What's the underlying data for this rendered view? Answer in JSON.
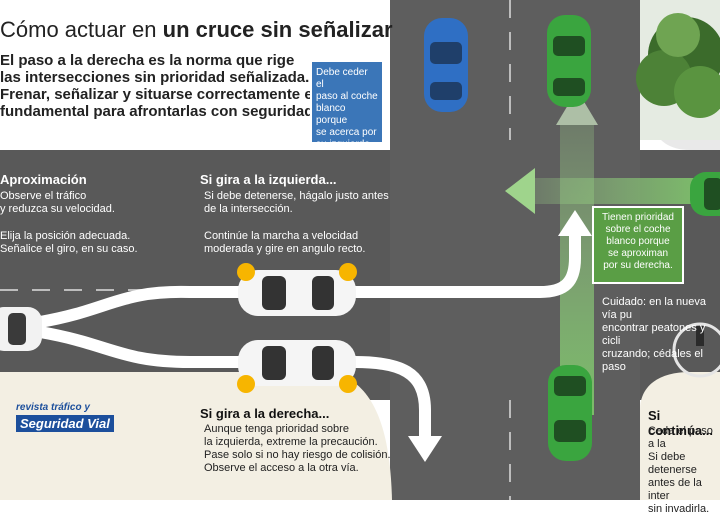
{
  "title": {
    "prefix": "Cómo actuar en",
    "emphasis": "un cruce sin señalizar"
  },
  "intro": "El paso a la derecha es la norma que rige\nlas intersecciones sin prioridad señalizada.\nFrenar, señalizar y situarse correctamente es\nfundamental para afrontarlas con seguridad.",
  "approach": {
    "heading": "Aproximación",
    "line1": "Observe el tráfico\ny reduzca su velocidad.",
    "line2": "Elija la posición adecuada.\nSeñalice el giro, en su caso."
  },
  "left_turn": {
    "heading": "Si gira a la izquierda...",
    "line1": "Si debe detenerse, hágalo justo antes\nde la intersección.",
    "line2": "Continúe la marcha a velocidad\nmoderada y gire en angulo recto."
  },
  "right_turn": {
    "heading": "Si gira a la derecha...",
    "body": "Aunque tenga prioridad sobre\nla izquierda, extreme la precaución.\nPase solo si no hay riesgo de colisión.\nObserve el acceso a la otra vía."
  },
  "straight": {
    "heading": "Si continúa...",
    "body": "Ceda el paso a la\nSi debe detenerse\nantes de la inter\nsin invadirla."
  },
  "blue_note": "Debe ceder el\npaso al coche\nblanco porque\nse acerca por\nsu izquierda.",
  "green_note": "Tienen prioridad\nsobre el coche\nblanco porque\nse aproximan\npor su derecha.",
  "caution": "Cuidado: en la nueva vía pu\nencontrar peatones y cicli\ncruzando; cédales el paso",
  "logo": {
    "line1": "revista tráfico y",
    "line2": "Seguridad Vial"
  },
  "colors": {
    "road": "#5b5b5b",
    "white_car": "#f4f4f4",
    "blue_car": "#2f6fc4",
    "green_car": "#3aa53f",
    "arrow_white": "#ffffff",
    "arrow_green": "#7dc26a",
    "note_blue": "#3b76b8",
    "note_green": "#5a9e45",
    "hazard": "#f7b500"
  }
}
